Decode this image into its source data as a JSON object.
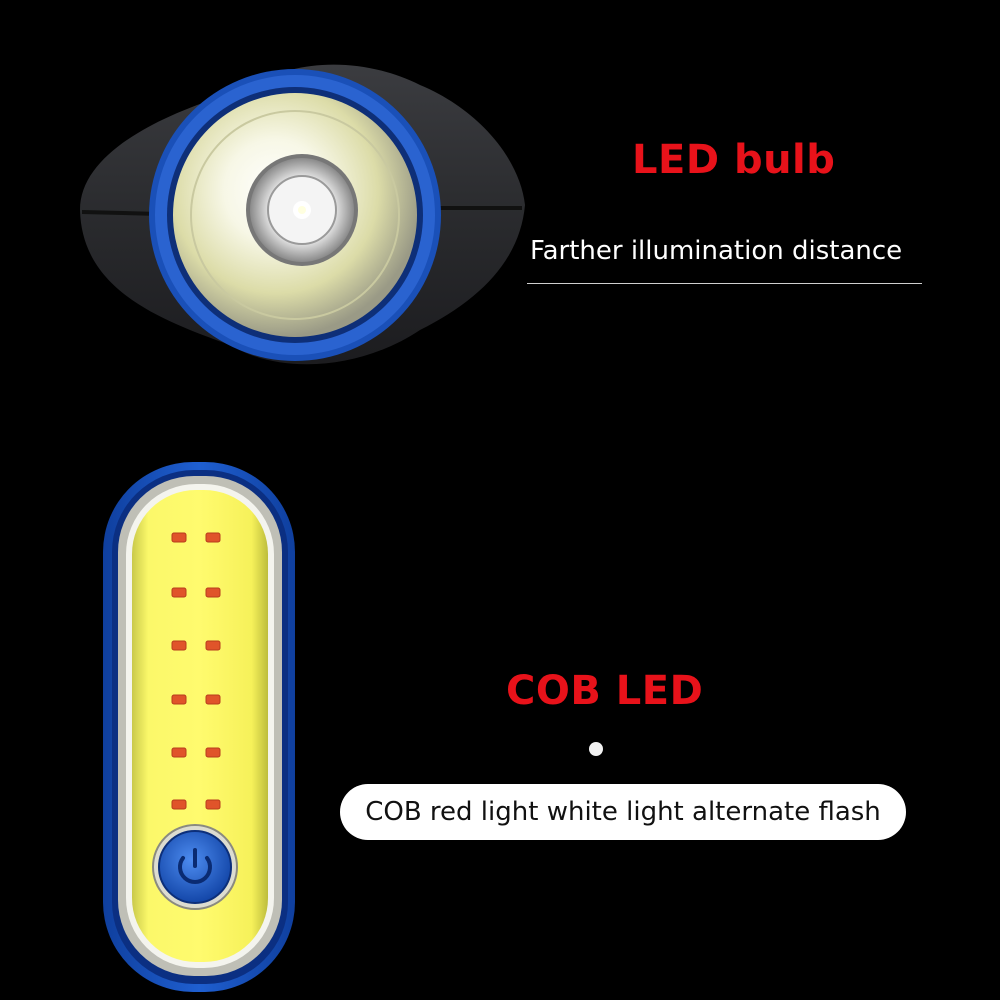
{
  "labels": {
    "led_bulb_title": "LED bulb",
    "led_bulb_caption": "Farther illumination distance",
    "cob_title": "COB LED",
    "cob_caption": "COB red light white light alternate flash"
  },
  "colors": {
    "background": "#000000",
    "title_red": "#e8121a",
    "housing_blue": "#1a55c4",
    "cob_yellow": "#f6f24a",
    "red_chip": "#e0542a"
  },
  "icons": [
    "led-bulb-lamp-photo",
    "cob-led-strip-photo",
    "power-button-icon"
  ]
}
